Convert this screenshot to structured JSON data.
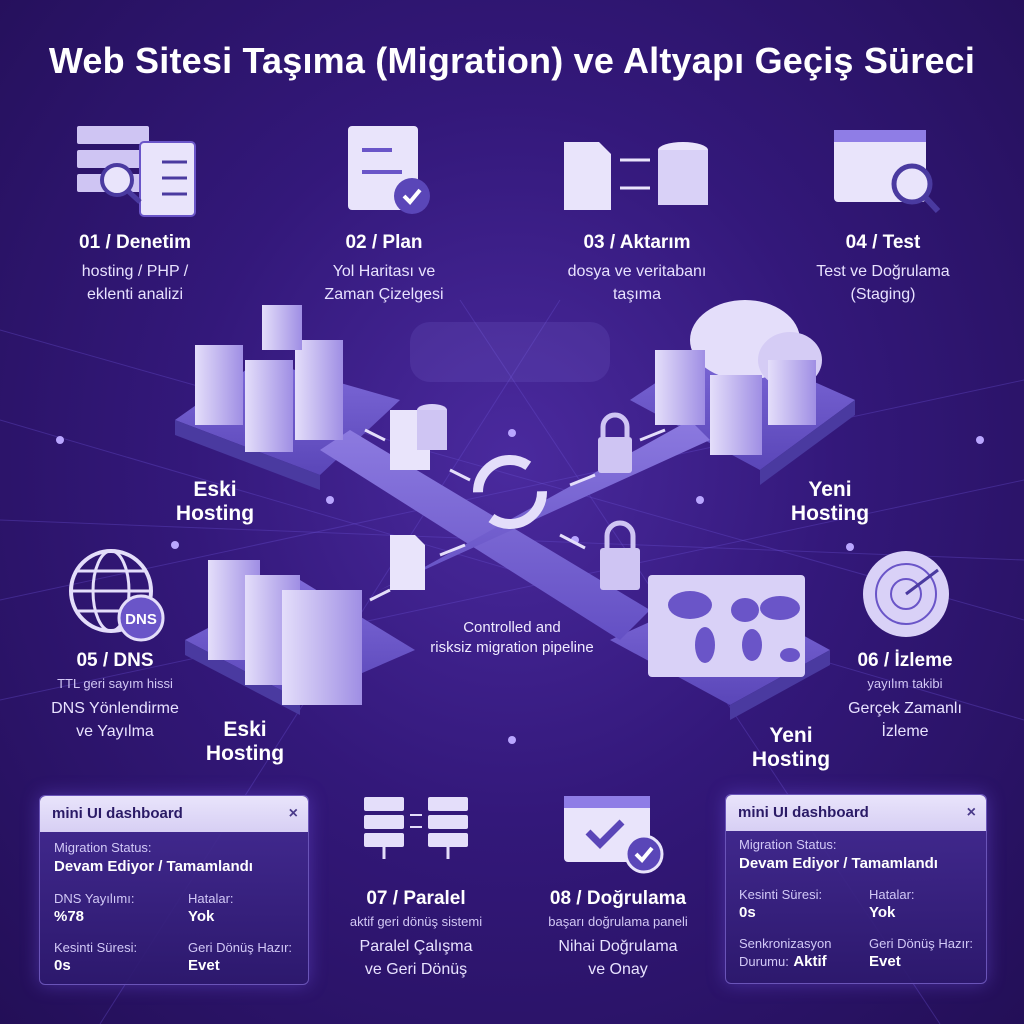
{
  "title": "Web Sitesi Taşıma (Migration) ve Altyapı Geçiş Süreci",
  "steps": [
    {
      "heading": "01 / Denetim",
      "desc1": "hosting / PHP /",
      "desc2": "eklenti analizi",
      "icon": "server-checklist-icon"
    },
    {
      "heading": "02 / Plan",
      "desc1": "Yol Haritası ve",
      "desc2": "Zaman Çizelgesi",
      "icon": "roadmap-scroll-icon"
    },
    {
      "heading": "03 / Aktarım",
      "desc1": "dosya ve veritabanı",
      "desc2": "taşıma",
      "icon": "file-database-transfer-icon"
    },
    {
      "heading": "04 / Test",
      "desc1": "Test ve Doğrulama",
      "desc2": "(Staging)",
      "icon": "browser-magnifier-icon"
    },
    {
      "heading": "05 / DNS",
      "sub": "TTL geri sayım hissi",
      "desc1": "DNS Yönlendirme",
      "desc2": "ve Yayılma",
      "icon": "globe-dns-icon"
    },
    {
      "heading": "06 / İzleme",
      "sub": "yayılım takibi",
      "desc1": "Gerçek Zamanlı",
      "desc2": "İzleme",
      "icon": "radar-icon"
    },
    {
      "heading": "07 / Paralel",
      "sub": "aktif geri dönüş sistemi",
      "desc1": "Paralel Çalışma",
      "desc2": "ve Geri Dönüş",
      "icon": "parallel-servers-icon"
    },
    {
      "heading": "08 / Doğrulama",
      "sub": "başarı doğrulama paneli",
      "desc1": "Nihai Doğrulama",
      "desc2": "ve Onay",
      "icon": "browser-check-icon"
    }
  ],
  "hosts": {
    "old_top": {
      "line1": "Eski",
      "line2": "Hosting"
    },
    "new_top": {
      "line1": "Yeni",
      "line2": "Hosting"
    },
    "old_bottom": {
      "line1": "Eski",
      "line2": "Hosting"
    },
    "new_bottom": {
      "line1": "Yeni",
      "line2": "Hosting"
    }
  },
  "pipeline": {
    "line1": "Controlled and",
    "line2": "risksiz migration pipeline"
  },
  "dns_badge": "DNS",
  "dashboards": [
    {
      "title": "mini UI dashboard",
      "close": "×",
      "status_label": "Migration Status:",
      "status_value": "Devam Ediyor / Tamamlandı",
      "items": [
        {
          "label": "DNS Yayılımı:",
          "value": "%78"
        },
        {
          "label": "Hatalar:",
          "value": "Yok"
        },
        {
          "label": "Kesinti Süresi:",
          "value": "0s"
        },
        {
          "label": "Geri Dönüş Hazır:",
          "value": "Evet"
        }
      ]
    },
    {
      "title": "mini UI dashboard",
      "close": "×",
      "status_label": "Migration Status:",
      "status_value": "Devam Ediyor / Tamamlandı",
      "items": [
        {
          "label": "Kesinti Süresi:",
          "value": "0s"
        },
        {
          "label": "Hatalar:",
          "value": "Yok"
        },
        {
          "label": "Senkronizasyon",
          "label2": "Durumu:",
          "value": "Aktif"
        },
        {
          "label": "Geri Dönüş Hazır:",
          "value": "Evet"
        }
      ]
    }
  ],
  "colors": {
    "bg": "#33187a",
    "accent": "#8f7de6",
    "panel": "#6b58c9",
    "light": "#d9d1f7"
  }
}
